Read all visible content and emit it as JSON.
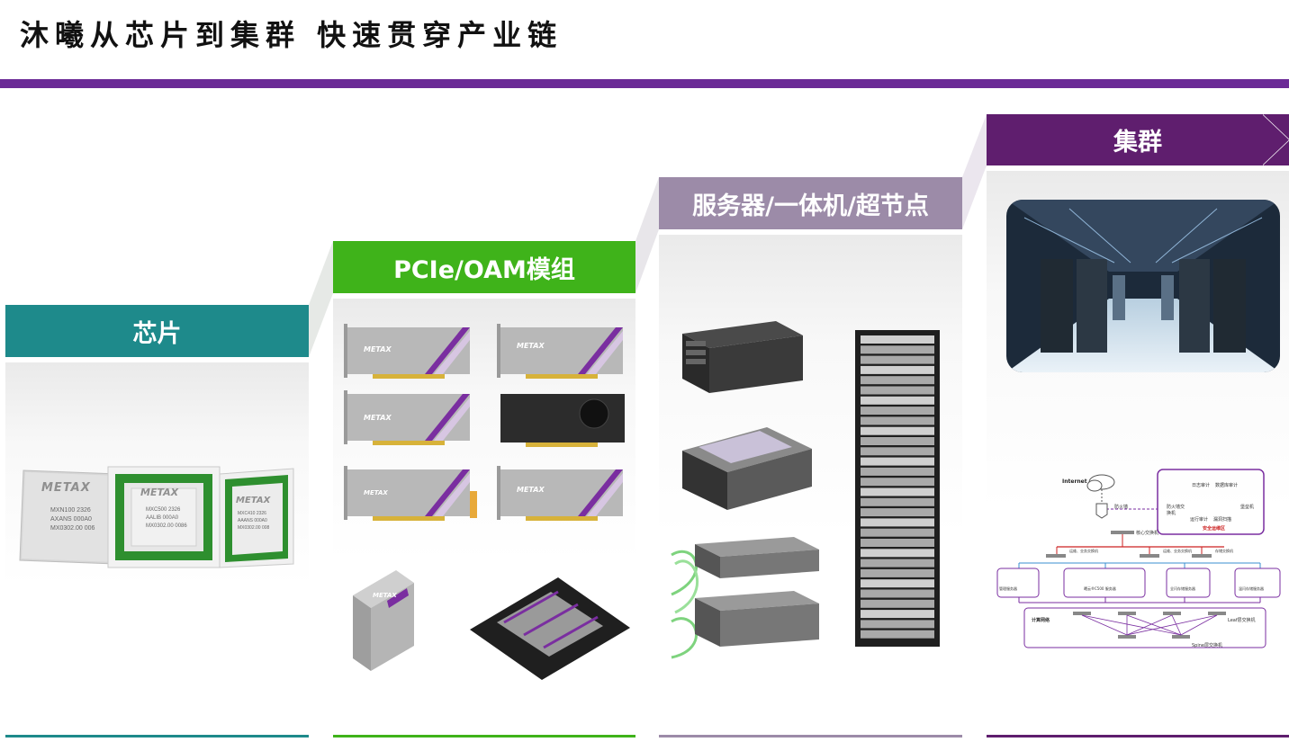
{
  "page": {
    "title": "沐曦从芯片到集群 快速贯穿产业链"
  },
  "stages": {
    "chip": {
      "label": "芯片"
    },
    "module": {
      "label": "PCIe/OAM模组"
    },
    "server": {
      "label": "服务器/一体机/超节点"
    },
    "cluster": {
      "label": "集群"
    }
  },
  "chips": [
    {
      "logo": "METAX",
      "lines": [
        "MXN100  2326",
        "AXANS  000A0",
        "MX0302.00  006"
      ]
    },
    {
      "logo": "METAX",
      "lines": [
        "MXC500 2326",
        "AALIB 000A0",
        "MX0302.00 0086"
      ]
    },
    {
      "logo": "METAX",
      "lines": [
        "MXC410 2326",
        "AAANS 000A0",
        "MX0302.00 008"
      ]
    }
  ],
  "cards": {
    "logo": "METAX"
  },
  "network": {
    "internet": "Internet",
    "firewall": "防火墙",
    "core_switch": "核心交换机",
    "ops_switch_1": "运维、业务交换机",
    "ops_switch_2": "运维、业务交换机",
    "storage_switch": "存储交换机",
    "log_audit": "日志审计",
    "db_audit": "数据库审计",
    "fw_switch": "防火墙交换机",
    "run_audit": "运行审计",
    "vuln_scan": "漏洞扫描",
    "bastion": "堡垒机",
    "security_zone": "安全运维区",
    "mgmt_server": "管理服务器",
    "c500_server": "曦云®C500 服务器",
    "storage_server": "全闪存储服务器",
    "edge_storage": "温闪存储服务器",
    "compute_net": "计算网络",
    "leaf": "Leaf层交换机",
    "spine": "Spine层交换机"
  },
  "colors": {
    "title_rule": "#6b2a96",
    "chip": "#1e8a8b",
    "module": "#3fb31a",
    "server": "#9c8ba8",
    "cluster": "#5f1e6e",
    "card_stripe": "#7a2ea0"
  }
}
